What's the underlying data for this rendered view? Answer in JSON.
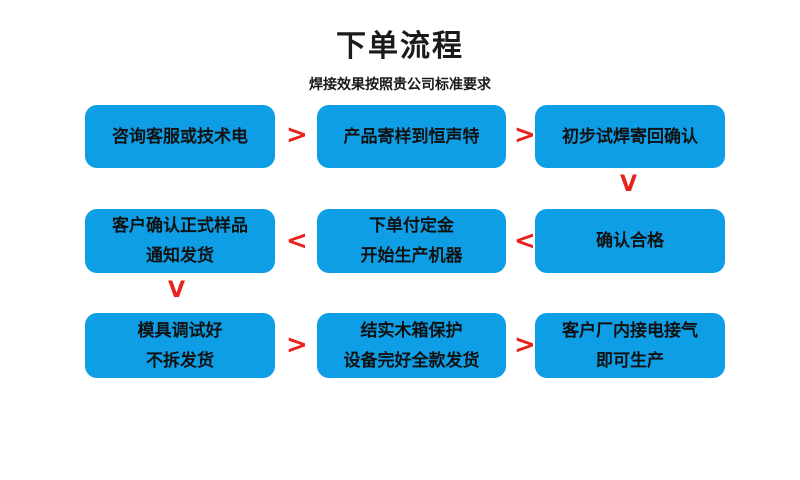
{
  "header": {
    "title": "下单流程",
    "subtitle": "焊接效果按照贵公司标准要求"
  },
  "colors": {
    "node_fill": "#0d9ee6",
    "node_text": "#111111",
    "arrow": "#e8231f",
    "background": "#ffffff"
  },
  "flow": {
    "nodes": [
      {
        "id": "n1",
        "row": 1,
        "col": 1,
        "lines": [
          "咨询客服或技术电"
        ]
      },
      {
        "id": "n2",
        "row": 1,
        "col": 2,
        "lines": [
          "产品寄样到恒声特"
        ]
      },
      {
        "id": "n3",
        "row": 1,
        "col": 3,
        "lines": [
          "初步试焊寄回确认"
        ]
      },
      {
        "id": "n4",
        "row": 2,
        "col": 3,
        "lines": [
          "确认合格"
        ]
      },
      {
        "id": "n5",
        "row": 2,
        "col": 2,
        "lines": [
          "下单付定金",
          "开始生产机器"
        ]
      },
      {
        "id": "n6",
        "row": 2,
        "col": 1,
        "lines": [
          "客户确认正式样品",
          "通知发货"
        ]
      },
      {
        "id": "n7",
        "row": 3,
        "col": 1,
        "lines": [
          "模具调试好",
          "不拆发货"
        ]
      },
      {
        "id": "n8",
        "row": 3,
        "col": 2,
        "lines": [
          "结实木箱保护",
          "设备完好全款发货"
        ]
      },
      {
        "id": "n9",
        "row": 3,
        "col": 3,
        "lines": [
          "客户厂内接电接气",
          "即可生产"
        ]
      }
    ],
    "connectors": [
      {
        "id": "a1",
        "glyph": ">",
        "direction": "right",
        "from": "n1",
        "to": "n2"
      },
      {
        "id": "a2",
        "glyph": ">",
        "direction": "right",
        "from": "n2",
        "to": "n3"
      },
      {
        "id": "a3",
        "glyph": "V",
        "direction": "down",
        "from": "n3",
        "to": "n4"
      },
      {
        "id": "a4",
        "glyph": "<",
        "direction": "left",
        "from": "n4",
        "to": "n5"
      },
      {
        "id": "a5",
        "glyph": "<",
        "direction": "left",
        "from": "n5",
        "to": "n6"
      },
      {
        "id": "a6",
        "glyph": "V",
        "direction": "down",
        "from": "n6",
        "to": "n7"
      },
      {
        "id": "a7",
        "glyph": ">",
        "direction": "right",
        "from": "n7",
        "to": "n8"
      },
      {
        "id": "a8",
        "glyph": ">",
        "direction": "right",
        "from": "n8",
        "to": "n9"
      }
    ]
  }
}
